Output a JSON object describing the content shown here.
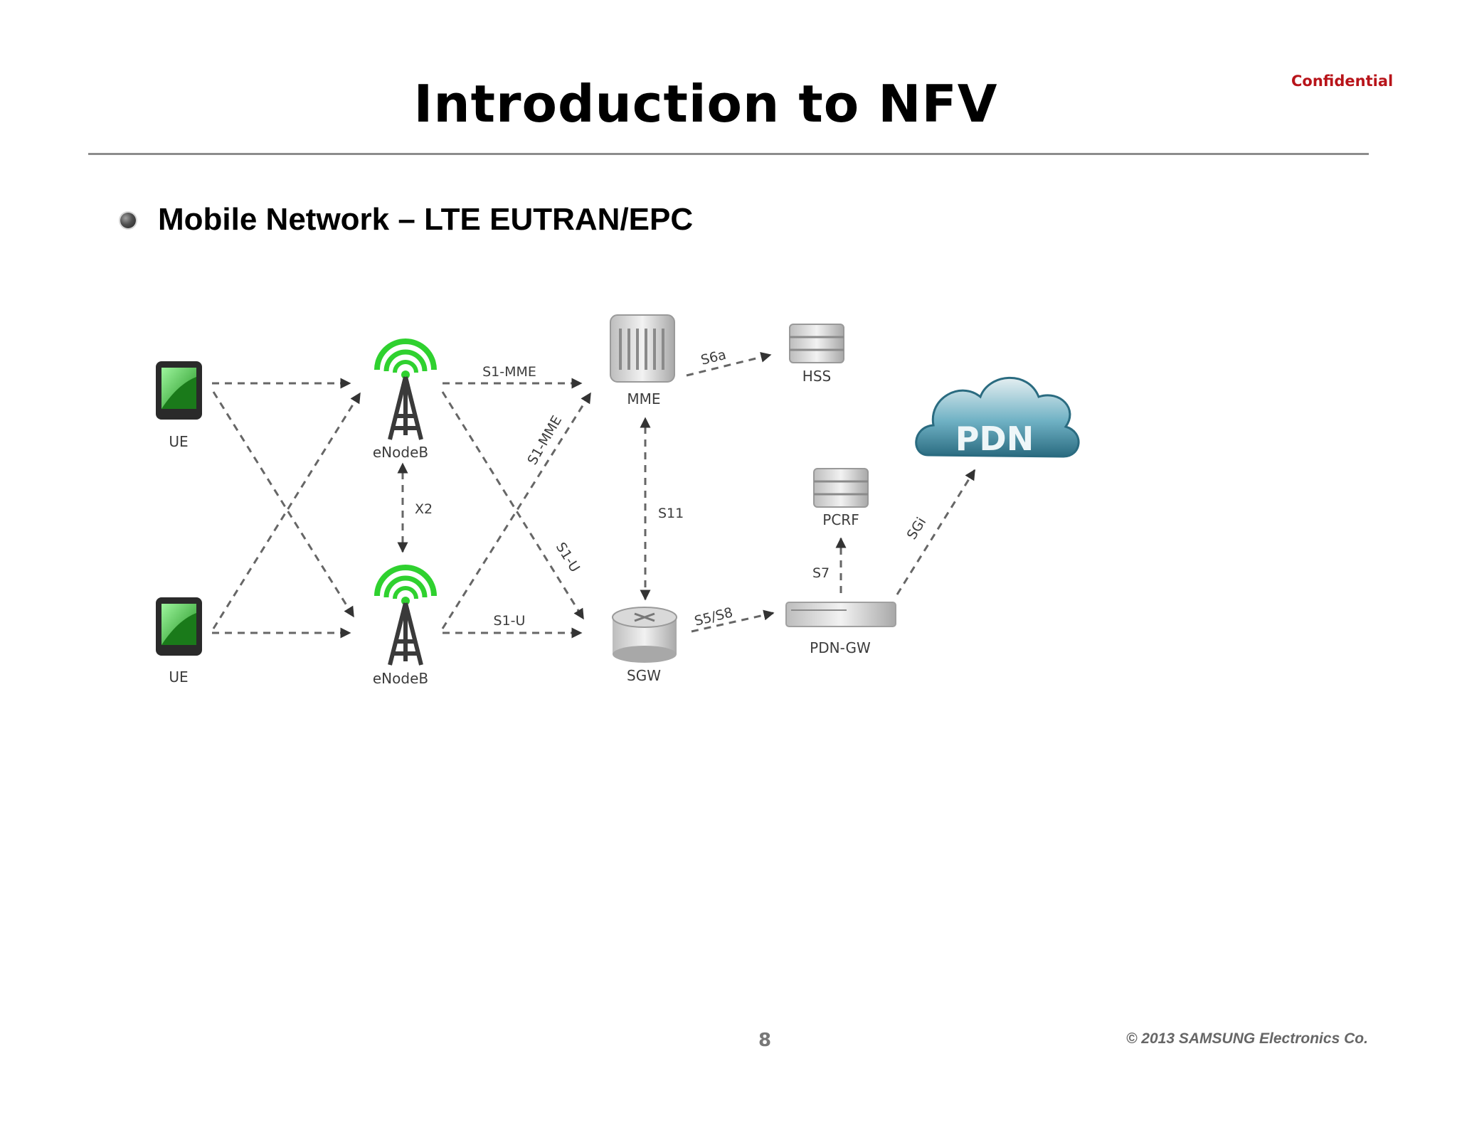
{
  "header": {
    "confidential_label": "Confidential",
    "title": "Introduction to NFV"
  },
  "bullet": {
    "text": "Mobile Network – LTE EUTRAN/EPC"
  },
  "diagram": {
    "nodes": {
      "ue_top": "UE",
      "ue_bottom": "UE",
      "enodeb_top": "eNodeB",
      "enodeb_bottom": "eNodeB",
      "mme": "MME",
      "hss": "HSS",
      "sgw": "SGW",
      "pdn_gw": "PDN-GW",
      "pcrf": "PCRF",
      "pdn": "PDN"
    },
    "interfaces": {
      "s1_mme_top": "S1-MME",
      "s1_mme_diag": "S1-MME",
      "s6a": "S6a",
      "x2": "X2",
      "s11": "S11",
      "s1_u_diag": "S1-U",
      "s1_u_bottom": "S1-U",
      "s5_s8": "S5/S8",
      "s7": "S7",
      "sgi": "SGi"
    },
    "colors": {
      "antenna_green": "#2fd12f",
      "ue_screen_green": "#2fb52f",
      "cloud_blue": "#3d8aa0",
      "link_gray": "#666666"
    }
  },
  "footer": {
    "page_number": "8",
    "copyright": "© 2013 SAMSUNG Electronics Co."
  }
}
